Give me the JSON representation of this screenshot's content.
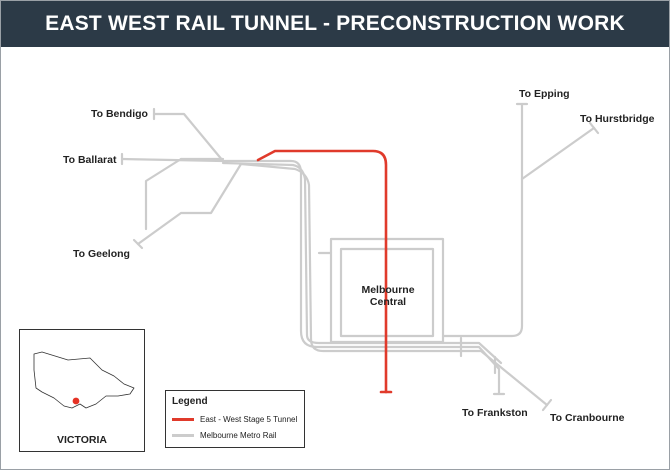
{
  "title": "EAST WEST RAIL TUNNEL - PRECONSTRUCTION WORK",
  "labels": {
    "bendigo": "To Bendigo",
    "ballarat": "To Ballarat",
    "geelong": "To Geelong",
    "epping": "To Epping",
    "hurstbridge": "To Hurstbridge",
    "frankston": "To Frankston",
    "cranbourne": "To Cranbourne",
    "central": "Melbourne Central"
  },
  "inset": {
    "label": "VICTORIA"
  },
  "legend": {
    "title": "Legend",
    "items": [
      {
        "label": "East - West Stage 5 Tunnel",
        "color": "#e03a2b"
      },
      {
        "label": "Melbourne Metro Rail",
        "color": "#cccccc"
      }
    ]
  },
  "colors": {
    "title_bg": "#2c3a47",
    "rail": "#cccccc",
    "tunnel": "#e03a2b",
    "marker": "#e53224"
  }
}
